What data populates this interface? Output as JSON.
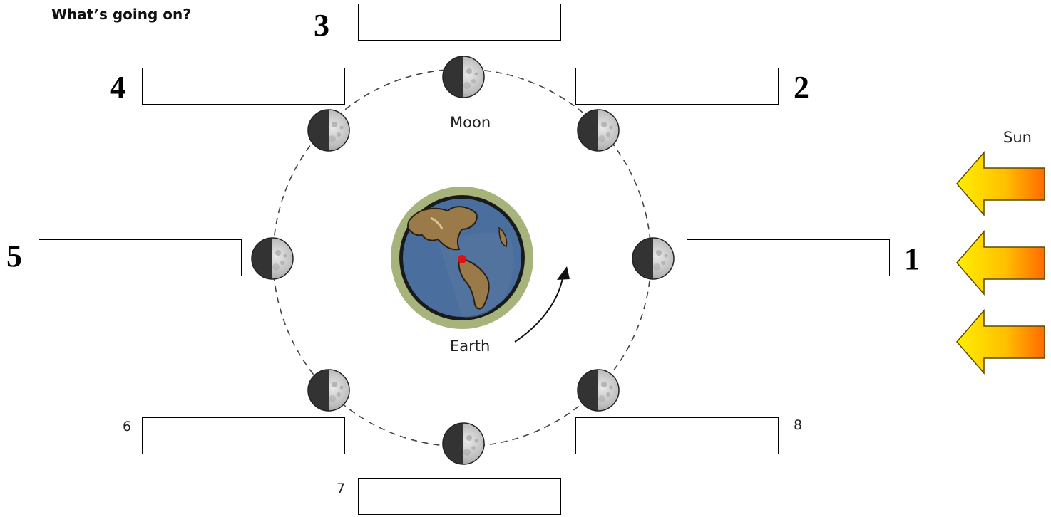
{
  "title": "What’s going on?",
  "labels": {
    "moon": "Moon",
    "earth": "Earth",
    "sun": "Sun"
  },
  "positions": [
    {
      "number": "1",
      "answer": ""
    },
    {
      "number": "2",
      "answer": ""
    },
    {
      "number": "3",
      "answer": ""
    },
    {
      "number": "4",
      "answer": ""
    },
    {
      "number": "5",
      "answer": ""
    },
    {
      "number": "6",
      "answer": ""
    },
    {
      "number": "7",
      "answer": ""
    },
    {
      "number": "8",
      "answer": ""
    }
  ],
  "colors": {
    "moon_dark": "#333333",
    "moon_light": "#c8c8c8",
    "orbit": "#444444",
    "ocean": "#4a6f9f",
    "land": "#9b7a4a",
    "earth_ring": "#a6b47c",
    "marker": "#e01010",
    "arrow_yellow": "#ffe600",
    "arrow_orange": "#ff6a00"
  }
}
